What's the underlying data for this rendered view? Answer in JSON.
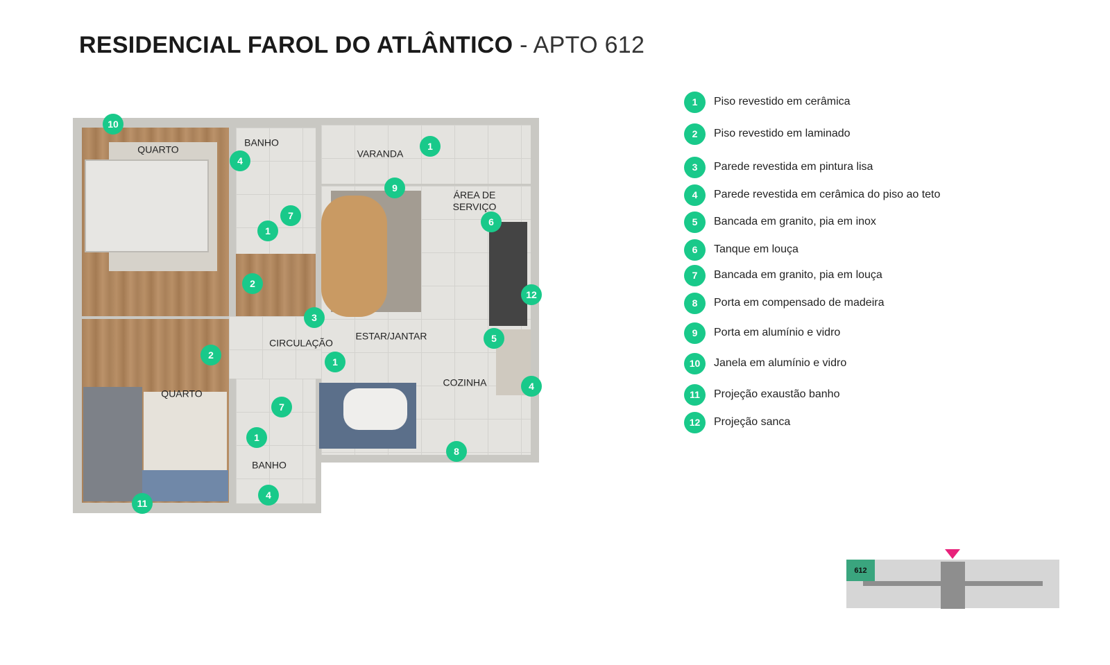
{
  "title": {
    "main": "RESIDENCIAL FAROL DO ATLÂNTICO",
    "suffix": "- APTO 612"
  },
  "rooms": {
    "quarto_1": "QUARTO",
    "banho_1": "BANHO",
    "varanda": "VARANDA",
    "area_servico": [
      "ÁREA DE",
      "SERVIÇO"
    ],
    "circulacao": "CIRCULAÇÃO",
    "estar_jantar": "ESTAR/JANTAR",
    "cozinha": "COZINHA",
    "quarto_2": "QUARTO",
    "banho_2": "BANHO"
  },
  "plan_markers": [
    "10",
    "4",
    "1",
    "9",
    "7",
    "1",
    "6",
    "2",
    "12",
    "3",
    "5",
    "2",
    "1",
    "4",
    "7",
    "1",
    "8",
    "4",
    "11"
  ],
  "legend": [
    {
      "n": "1",
      "text": "Piso revestido em cerâmica"
    },
    {
      "n": "2",
      "text": "Piso revestido em laminado"
    },
    {
      "n": "3",
      "text": "Parede revestida em pintura lisa"
    },
    {
      "n": "4",
      "text": "Parede revestida em cerâmica do piso ao teto"
    },
    {
      "n": "5",
      "text": "Bancada em granito, pia em inox"
    },
    {
      "n": "6",
      "text": "Tanque em louça"
    },
    {
      "n": "7",
      "text": "Bancada em granito, pia em louça"
    },
    {
      "n": "8",
      "text": "Porta em compensado de madeira"
    },
    {
      "n": "9",
      "text": "Porta em alumínio e vidro"
    },
    {
      "n": "10",
      "text": "Janela em alumínio e vidro"
    },
    {
      "n": "11",
      "text": "Projeção exaustão banho"
    },
    {
      "n": "12",
      "text": "Projeção sanca"
    }
  ],
  "key_plan": {
    "unit": "612",
    "highlight_color": "#3aa57e",
    "pointer_color": "#e8217a"
  },
  "colors": {
    "marker": "#19c98a"
  }
}
